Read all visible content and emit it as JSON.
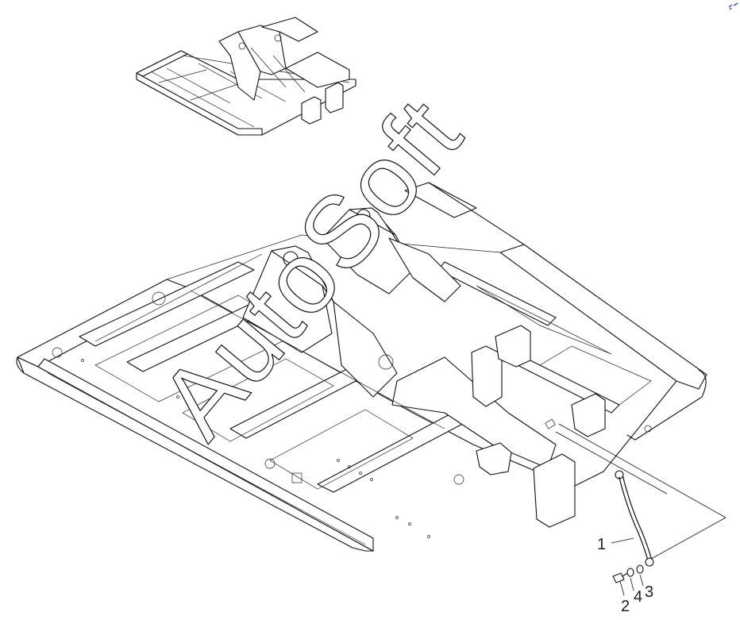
{
  "watermark": {
    "text": "AutoSoft"
  },
  "callouts": [
    {
      "label": "1",
      "part": "cable"
    },
    {
      "label": "2",
      "part": "bolt"
    },
    {
      "label": "4",
      "part": "washer"
    },
    {
      "label": "3",
      "part": "washer"
    }
  ],
  "icons": {
    "corner_mark": "corner-mark-icon"
  },
  "colors": {
    "line": "#111111",
    "background": "#ffffff",
    "accent": "#2a4bd7"
  }
}
